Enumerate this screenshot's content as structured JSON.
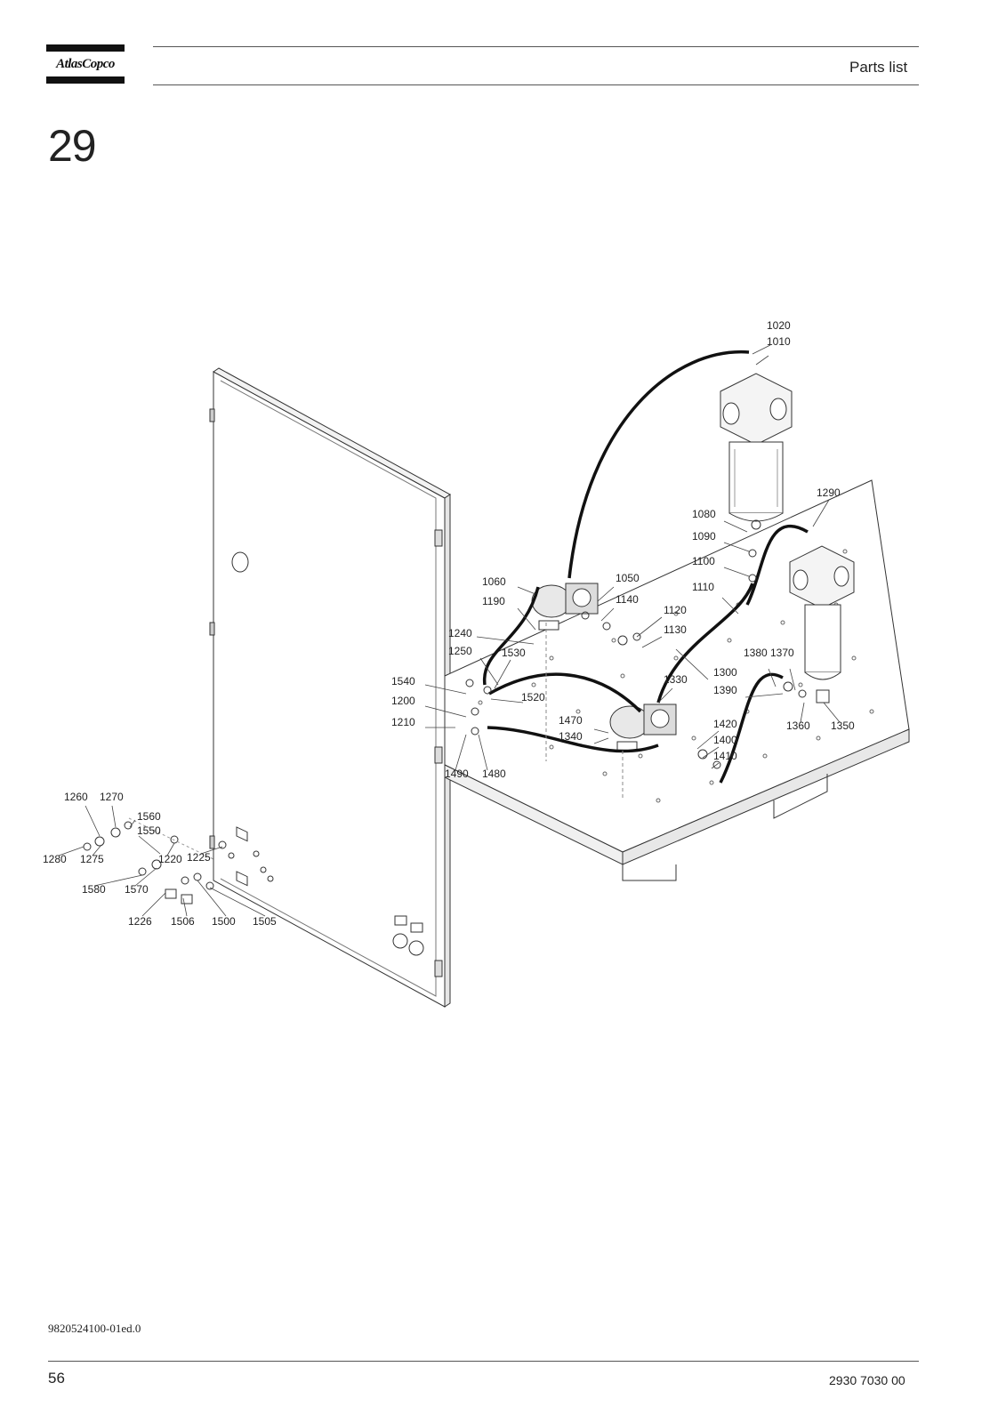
{
  "header": {
    "logo_text": "AtlasCopco",
    "section": "Parts list"
  },
  "chapter_number": "29",
  "diagram": {
    "callouts": [
      {
        "id": "c1020",
        "label": "1020"
      },
      {
        "id": "c1010",
        "label": "1010"
      },
      {
        "id": "c1290",
        "label": "1290"
      },
      {
        "id": "c1080",
        "label": "1080"
      },
      {
        "id": "c1090",
        "label": "1090"
      },
      {
        "id": "c1100",
        "label": "1100"
      },
      {
        "id": "c1110",
        "label": "1110"
      },
      {
        "id": "c1060",
        "label": "1060"
      },
      {
        "id": "c1050",
        "label": "1050"
      },
      {
        "id": "c1190",
        "label": "1190"
      },
      {
        "id": "c1140",
        "label": "1140"
      },
      {
        "id": "c1120",
        "label": "1120"
      },
      {
        "id": "c1130",
        "label": "1130"
      },
      {
        "id": "c1240",
        "label": "1240"
      },
      {
        "id": "c1250",
        "label": "1250"
      },
      {
        "id": "c1530",
        "label": "1530"
      },
      {
        "id": "c1380",
        "label": "1380"
      },
      {
        "id": "c1370",
        "label": "1370"
      },
      {
        "id": "c1300",
        "label": "1300"
      },
      {
        "id": "c1330",
        "label": "1330"
      },
      {
        "id": "c1390",
        "label": "1390"
      },
      {
        "id": "c1540",
        "label": "1540"
      },
      {
        "id": "c1520",
        "label": "1520"
      },
      {
        "id": "c1200",
        "label": "1200"
      },
      {
        "id": "c1470",
        "label": "1470"
      },
      {
        "id": "c1340",
        "label": "1340"
      },
      {
        "id": "c1210",
        "label": "1210"
      },
      {
        "id": "c1420",
        "label": "1420"
      },
      {
        "id": "c1360",
        "label": "1360"
      },
      {
        "id": "c1350",
        "label": "1350"
      },
      {
        "id": "c1400",
        "label": "1400"
      },
      {
        "id": "c1410",
        "label": "1410"
      },
      {
        "id": "c1490",
        "label": "1490"
      },
      {
        "id": "c1480",
        "label": "1480"
      },
      {
        "id": "c1260",
        "label": "1260"
      },
      {
        "id": "c1270",
        "label": "1270"
      },
      {
        "id": "c1560",
        "label": "1560"
      },
      {
        "id": "c1550",
        "label": "1550"
      },
      {
        "id": "c1280",
        "label": "1280"
      },
      {
        "id": "c1275",
        "label": "1275"
      },
      {
        "id": "c1220",
        "label": "1220"
      },
      {
        "id": "c1225",
        "label": "1225"
      },
      {
        "id": "c1580",
        "label": "1580"
      },
      {
        "id": "c1570",
        "label": "1570"
      },
      {
        "id": "c1226",
        "label": "1226"
      },
      {
        "id": "c1506",
        "label": "1506"
      },
      {
        "id": "c1500",
        "label": "1500"
      },
      {
        "id": "c1505",
        "label": "1505"
      }
    ]
  },
  "footer": {
    "doc_ref": "9820524100-01ed.0",
    "page_number": "56",
    "part_number": "2930 7030 00"
  }
}
